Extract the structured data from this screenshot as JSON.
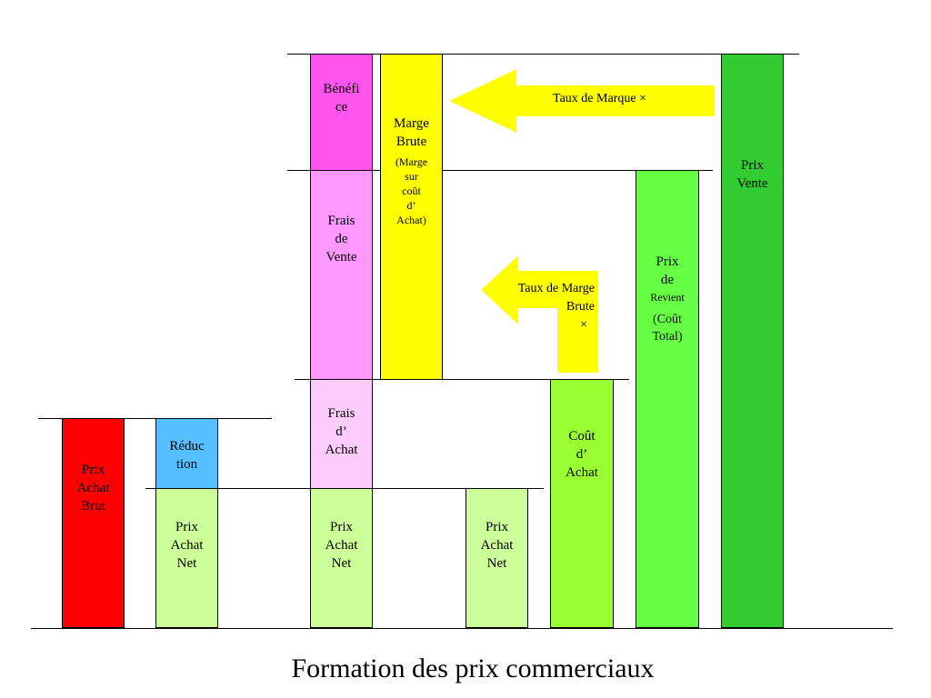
{
  "title": "Formation des prix commerciaux",
  "blocks": {
    "prix_achat_brut": "Prix\nAchat\nBrut",
    "reduction": "Réduc\ntion",
    "prix_achat_net_1": "Prix\nAchat\nNet",
    "prix_achat_net_2": "Prix\nAchat\nNet",
    "prix_achat_net_3": "Prix\nAchat\nNet",
    "frais_achat": "Frais\nd’\nAchat",
    "frais_vente": "Frais\nde\nVente",
    "benefice": "Bénéfi\nce",
    "marge_brute": "Marge\nBrute",
    "marge_brute_sub": "(Marge\nsur\ncoût\nd’\nAchat)",
    "cout_achat": "Coût\nd’\nAchat",
    "prix_revient": "Prix\nde",
    "prix_revient_small": "Revient",
    "prix_revient_sub": "(Coût\nTotal)",
    "prix_vente": "Prix\nVente"
  },
  "arrows": {
    "taux_marque": "Taux de Marque ×",
    "taux_marge_brute_line1": "Taux de Marge",
    "taux_marge_brute_line2": "Brute",
    "taux_marge_brute_line3": "×"
  },
  "colors": {
    "red": "#ff0000",
    "light_blue": "#55bfff",
    "pale_green": "#ccff99",
    "light_pink": "#ffccff",
    "pink": "#ff99ff",
    "magenta": "#ff55ee",
    "yellow": "#ffff00",
    "lime": "#99ff33",
    "bright_green": "#66ff44",
    "green": "#33cc33"
  }
}
